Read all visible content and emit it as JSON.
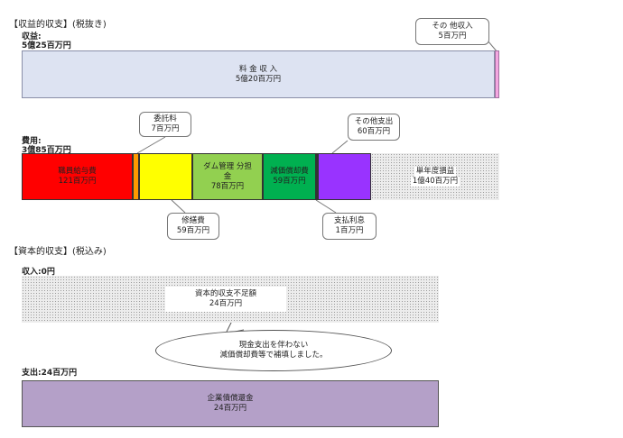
{
  "revenue_section": {
    "title": "【収益的収支】(税抜き)",
    "revenue_label": "収益:",
    "revenue_total": "5億25百万円",
    "main_revenue": {
      "name": "料 金 収 入",
      "amount": "5億20百万円"
    },
    "other_revenue": {
      "name": "その 他収入",
      "amount": "5百万円"
    },
    "expense_label": "費用:",
    "expense_total": "3億85百万円",
    "expenses": [
      {
        "name": "職員給与費",
        "amount": "121百万円",
        "color": "#ff0000"
      },
      {
        "name": "修繕費",
        "amount": "59百万円",
        "color": "#ffff00"
      },
      {
        "name": "ダム管理 分担金",
        "amount": "78百万円",
        "color": "#92d050"
      },
      {
        "name": "減価償却費",
        "amount": "59百万円",
        "color": "#00b050"
      },
      {
        "name": "その他支出",
        "amount": "60百万円",
        "color": "#9933ff"
      }
    ],
    "consignment": {
      "name": "委託料",
      "amount": "7百万円",
      "color": "#ff9900"
    },
    "interest": {
      "name": "支払利息",
      "amount": "1百万円"
    },
    "surplus": {
      "name": "単年度損益",
      "amount": "1億40百万円"
    }
  },
  "capital_section": {
    "title": "【資本的収支】(税込み)",
    "income_label": "収入:0円",
    "deficit": {
      "name": "資本的収支不足額",
      "amount": "24百万円"
    },
    "note_line1": "現金支出を伴わない",
    "note_line2": "減価償却費等で補填しました。",
    "expense_label": "支出:24百万円",
    "bond_repayment": {
      "name": "企業債償還金",
      "amount": "24百万円",
      "color": "#b4a0c8"
    }
  }
}
